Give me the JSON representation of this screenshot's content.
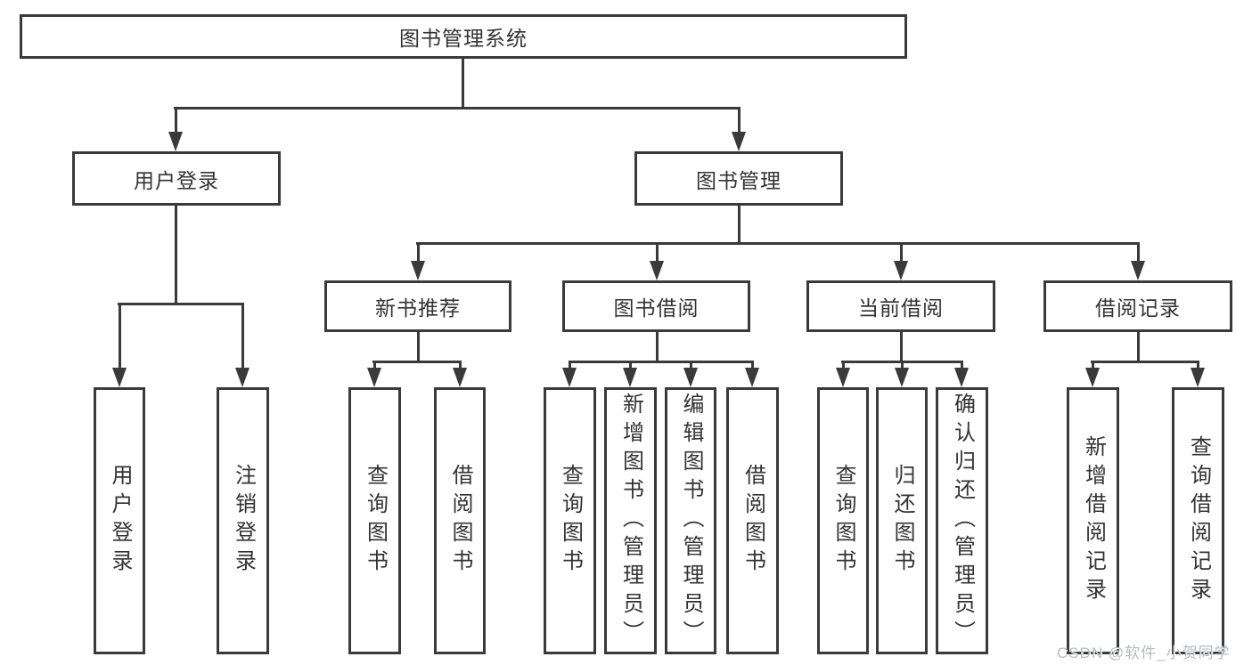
{
  "diagram": {
    "colors": {
      "line": "#3a3a3a",
      "text": "#333333",
      "background": "#ffffff",
      "watermark": "#b7bbbe"
    },
    "watermark": "CSDN @软件_小贺同学",
    "nodes": {
      "root": "图书管理系统",
      "userLogin": "用户登录",
      "bookMgmt": "图书管理",
      "newBookRec": "新书推荐",
      "bookBorrow": "图书借阅",
      "currentBorrow": "当前借阅",
      "borrowRecords": "借阅记录",
      "uLoginLeaf": "用户登录",
      "uLogoutLeaf": "注销登录",
      "nbrQuery": "查询图书",
      "nbrBorrow": "借阅图书",
      "bbQuery": "查询图书",
      "bbAdd": "新增图书（管理员）",
      "bbEdit": "编辑图书（管理员）",
      "bbBorrow": "借阅图书",
      "cbQuery": "查询图书",
      "cbReturn": "归还图书",
      "cbConfirm": "确认归还（管理员）",
      "brAdd": "新增借阅记录",
      "brQuery": "查询借阅记录"
    }
  }
}
